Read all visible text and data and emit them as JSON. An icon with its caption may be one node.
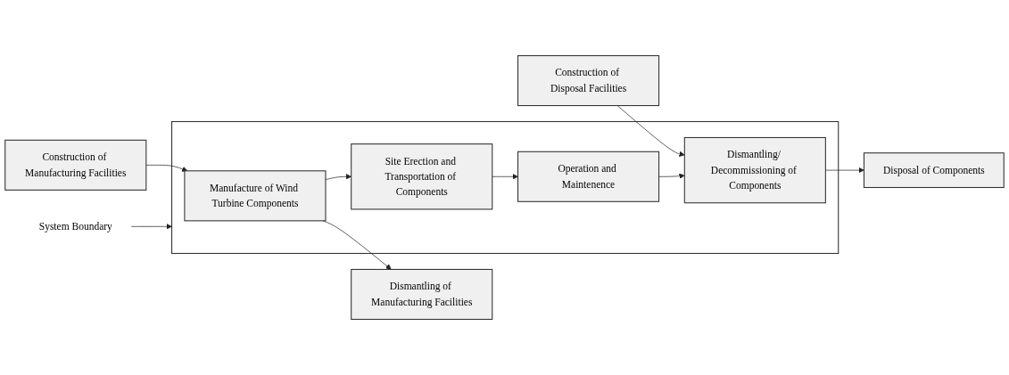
{
  "diagram": {
    "nodes": [
      {
        "text": [
          "Construction of Manufacturing Facilities"
        ]
      },
      {
        "text": [
          "System Boundary"
        ]
      },
      {
        "text": [
          "Construction of Disposal Facilities"
        ]
      },
      {
        "text": [],
        "shape": "box"
      },
      {
        "text": [
          "Manufacture of Wind Turbine Components"
        ],
        "in": 3
      },
      {
        "text": [
          "Site Erection and Transportation of Components"
        ],
        "in": 3
      },
      {
        "text": [
          "Operation and Maintenence"
        ],
        "in": 3
      },
      {
        "text": [
          "Dismantling/ Decommissioning of Components"
        ],
        "in": 3
      },
      {
        "text": [
          "Dismantling of Manufacturing Facilities"
        ]
      },
      {
        "text": [
          "Disposal of Components"
        ]
      }
    ],
    "edges": [
      {
        "from": 0,
        "to": 4,
        "arrow": "to"
      },
      {
        "from": 1,
        "to": 3,
        "arrow": "to"
      },
      {
        "from": 2,
        "to": 7,
        "arrow": "to"
      },
      {
        "from": 4,
        "to": 5,
        "arrow": "to"
      },
      {
        "from": 5,
        "to": 6,
        "arrow": "to"
      },
      {
        "from": 6,
        "to": 7,
        "arrow": "to"
      },
      {
        "from": 4,
        "to": 8,
        "arrow": "to"
      },
      {
        "from": 7,
        "to": 9,
        "arrow": "to"
      }
    ]
  }
}
